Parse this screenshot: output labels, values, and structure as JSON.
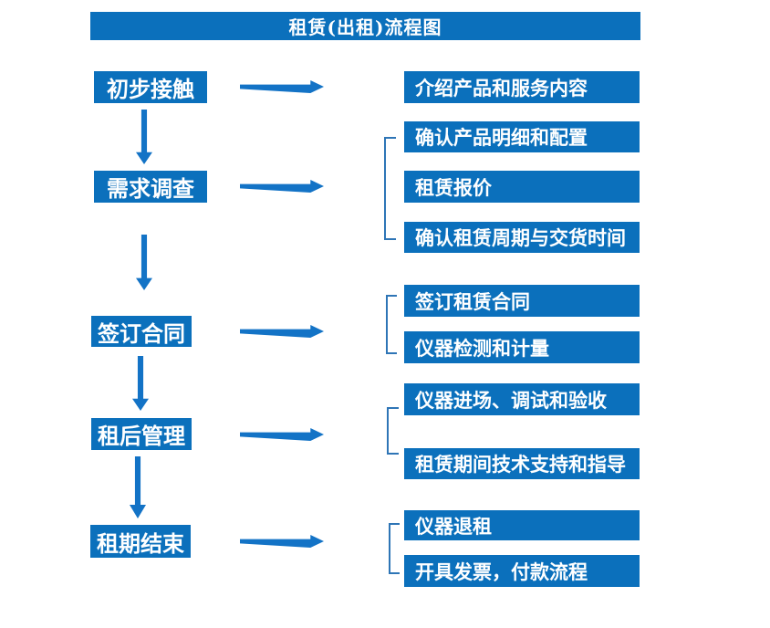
{
  "diagram": {
    "title": "租赁(出租)流程图",
    "stages": [
      {
        "label": "初步接触",
        "details": [
          "介绍产品和服务内容"
        ]
      },
      {
        "label": "需求调查",
        "details": [
          "确认产品明细和配置",
          "租赁报价",
          "确认租赁周期与交货时间"
        ]
      },
      {
        "label": "签订合同",
        "details": [
          "签订租赁合同",
          "仪器检测和计量"
        ]
      },
      {
        "label": "租后管理",
        "details": [
          "仪器进场、调试和验收",
          "租赁期间技术支持和指导"
        ]
      },
      {
        "label": "租期结束",
        "details": [
          "仪器退租",
          "开具发票，付款流程"
        ]
      }
    ],
    "colors": {
      "box_blue": "#0B70BC",
      "arrow_blue": "#1373C6",
      "bracket_blue": "#2E75B6",
      "text_white": "#FFFFFF",
      "bg": "#FFFFFF"
    }
  }
}
